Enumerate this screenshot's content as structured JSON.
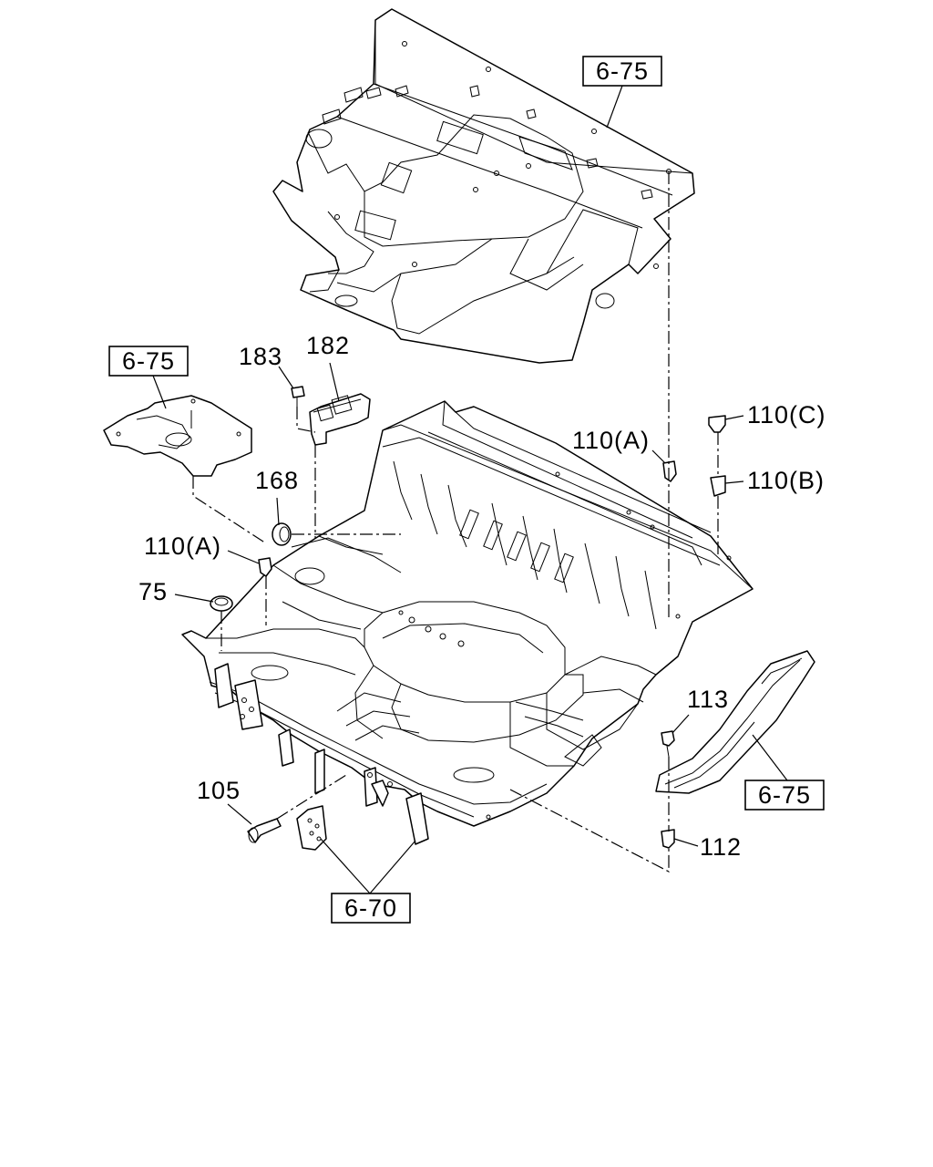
{
  "callouts": {
    "c183": "183",
    "c182": "182",
    "c168": "168",
    "c110a_left": "110(A)",
    "c110a_right": "110(A)",
    "c110c": "110(C)",
    "c110b": "110(B)",
    "c75": "75",
    "c113": "113",
    "c105": "105",
    "c112": "112"
  },
  "references": {
    "ref_top": "6-75",
    "ref_left": "6-75",
    "ref_right": "6-75",
    "ref_bottom": "6-70"
  }
}
